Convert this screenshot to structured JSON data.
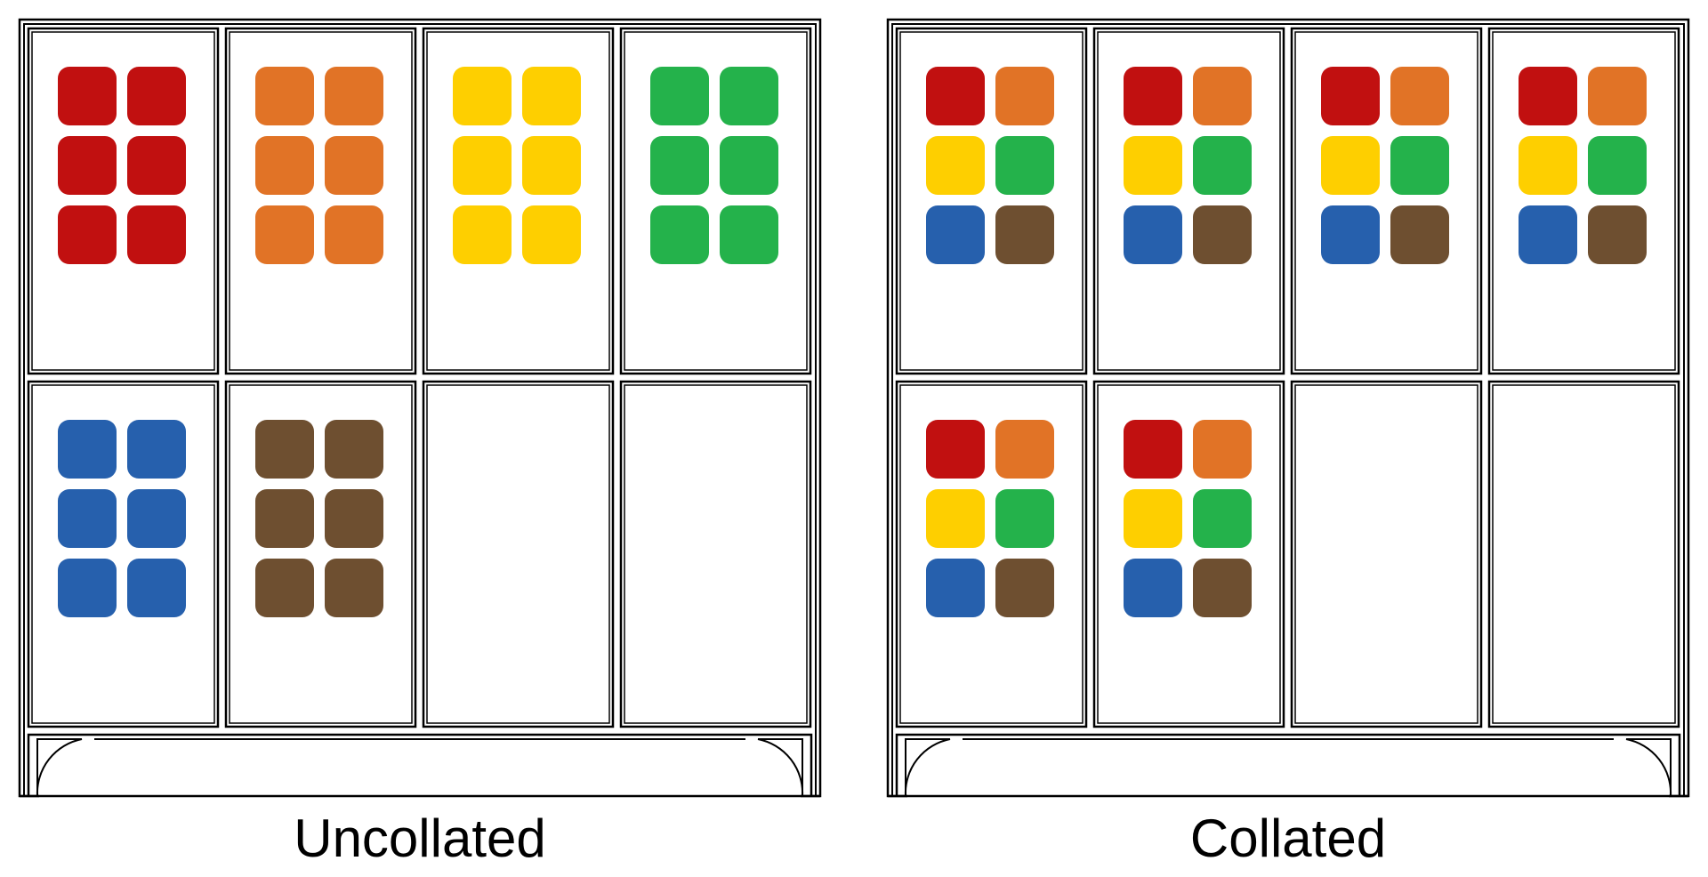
{
  "colors": {
    "red": "#c11010",
    "orange": "#e17326",
    "yellow": "#fecf00",
    "green": "#24b24b",
    "blue": "#2660ad",
    "brown": "#6e4f30",
    "outline": "#000000"
  },
  "panels": [
    {
      "id": "uncollated",
      "caption": "Uncollated",
      "compartments": [
        [
          "red",
          "red",
          "red",
          "red",
          "red",
          "red"
        ],
        [
          "orange",
          "orange",
          "orange",
          "orange",
          "orange",
          "orange"
        ],
        [
          "yellow",
          "yellow",
          "yellow",
          "yellow",
          "yellow",
          "yellow"
        ],
        [
          "green",
          "green",
          "green",
          "green",
          "green",
          "green"
        ],
        [
          "blue",
          "blue",
          "blue",
          "blue",
          "blue",
          "blue"
        ],
        [
          "brown",
          "brown",
          "brown",
          "brown",
          "brown",
          "brown"
        ],
        [],
        []
      ]
    },
    {
      "id": "collated",
      "caption": "Collated",
      "compartments": [
        [
          "red",
          "orange",
          "yellow",
          "green",
          "blue",
          "brown"
        ],
        [
          "red",
          "orange",
          "yellow",
          "green",
          "blue",
          "brown"
        ],
        [
          "red",
          "orange",
          "yellow",
          "green",
          "blue",
          "brown"
        ],
        [
          "red",
          "orange",
          "yellow",
          "green",
          "blue",
          "brown"
        ],
        [
          "red",
          "orange",
          "yellow",
          "green",
          "blue",
          "brown"
        ],
        [
          "red",
          "orange",
          "yellow",
          "green",
          "blue",
          "brown"
        ],
        [],
        []
      ]
    }
  ]
}
